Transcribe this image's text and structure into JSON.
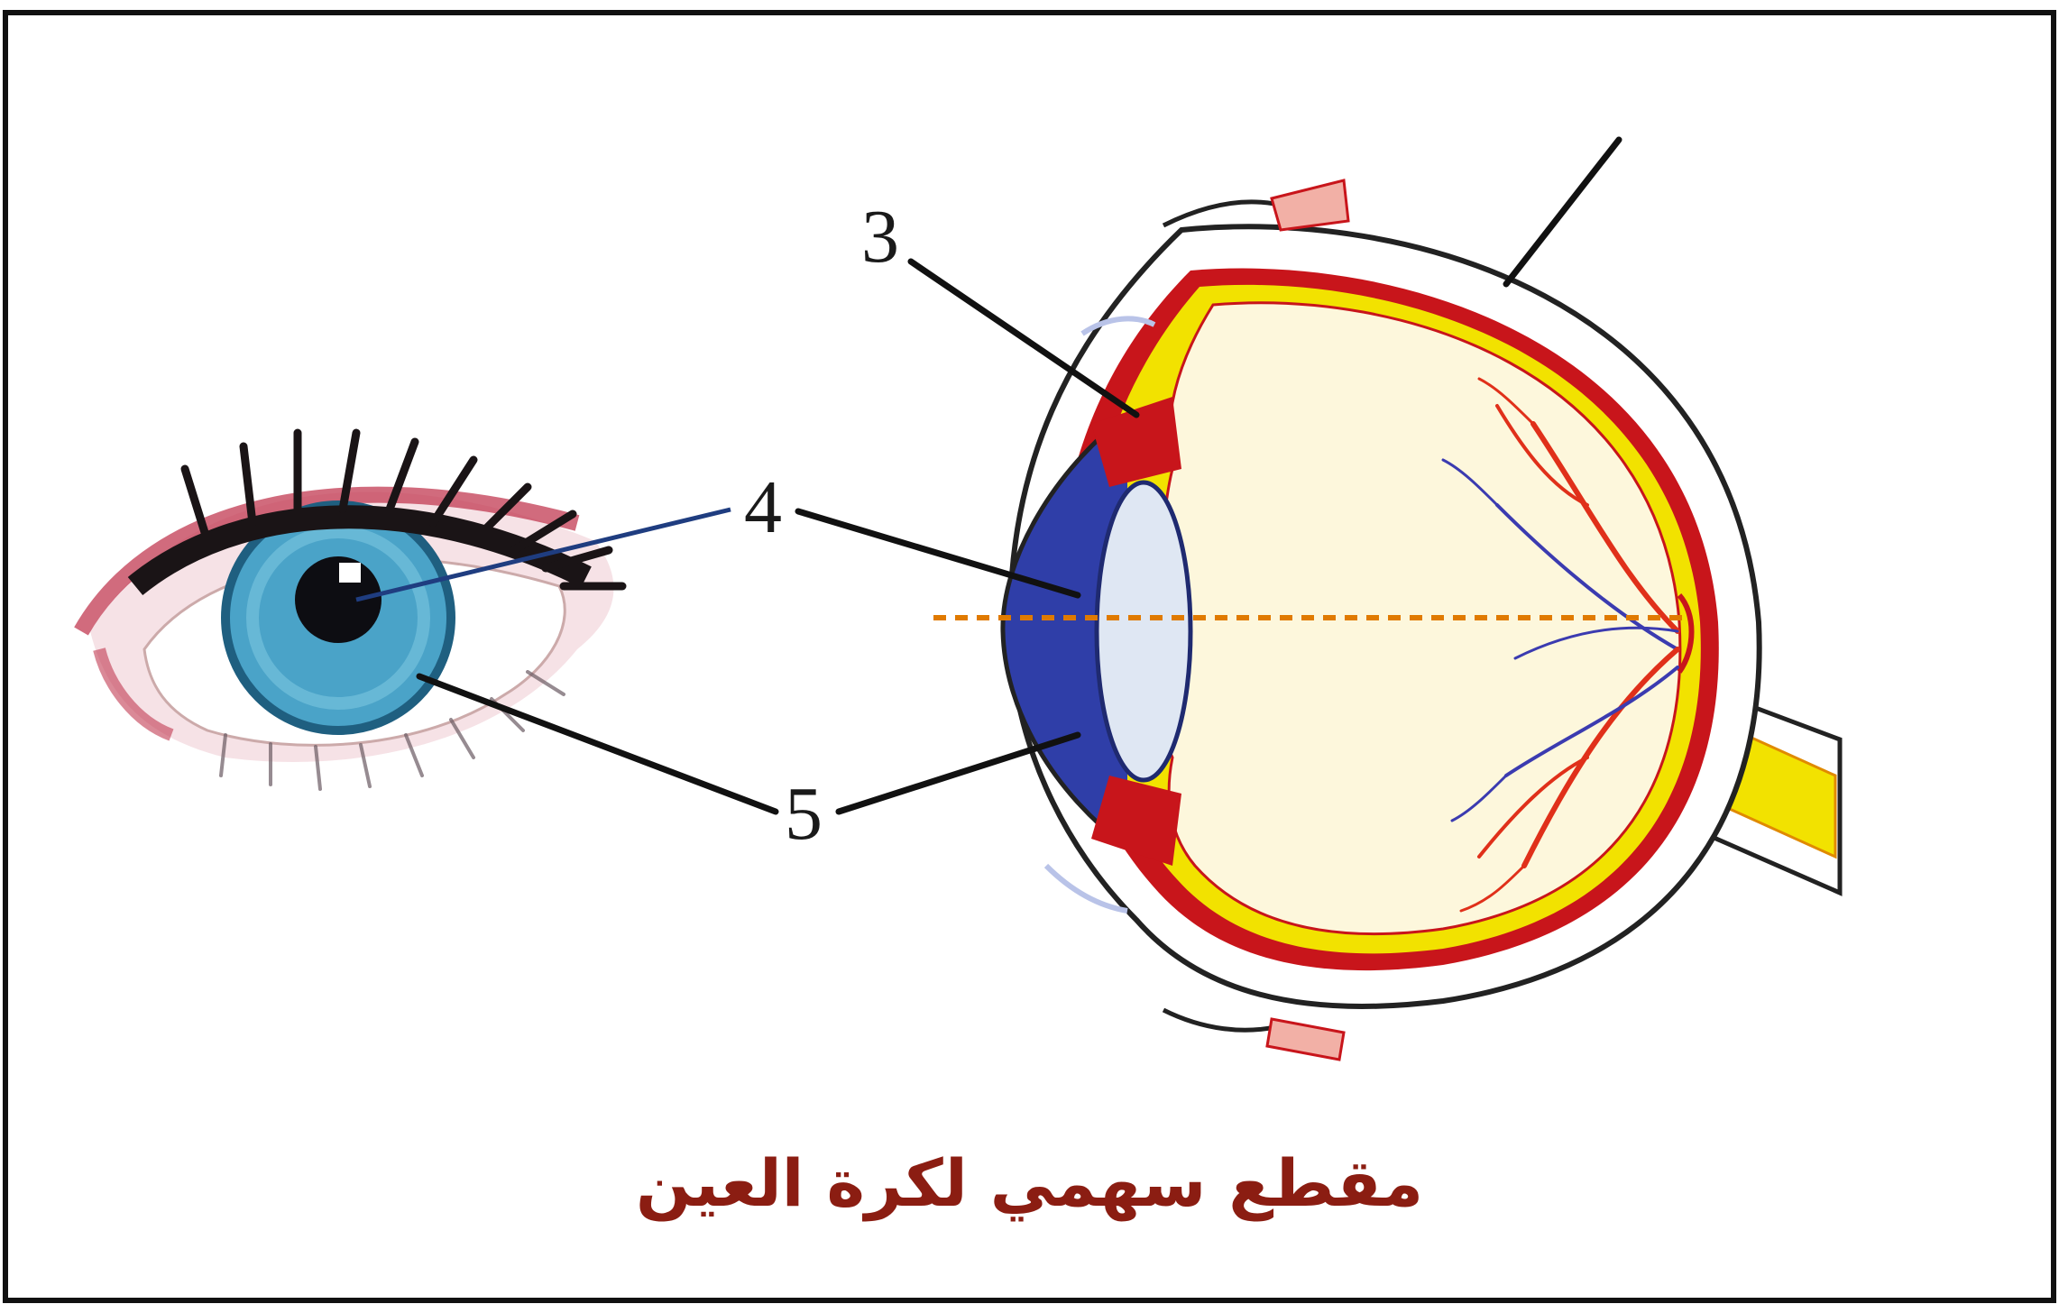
{
  "diagram": {
    "title": "مقطع سهمي لكرة العين",
    "labels": {
      "label_3": "3",
      "label_4": "4",
      "label_5": "5"
    },
    "colors": {
      "title": "#8b1d12",
      "iris": "#4aa3c8",
      "sclera_red": "#c8151b",
      "choroid_yellow": "#f2e200",
      "vitreous": "#fdf7dc",
      "cornea_blue": "#2f3ea8",
      "lens": "#dfe7f3",
      "optical_axis": "#e07a00",
      "vessels_red": "#e0301a",
      "vessels_blue": "#3b3bb0"
    },
    "icons": [
      "external-eye-icon",
      "eyeball-section-icon"
    ]
  }
}
